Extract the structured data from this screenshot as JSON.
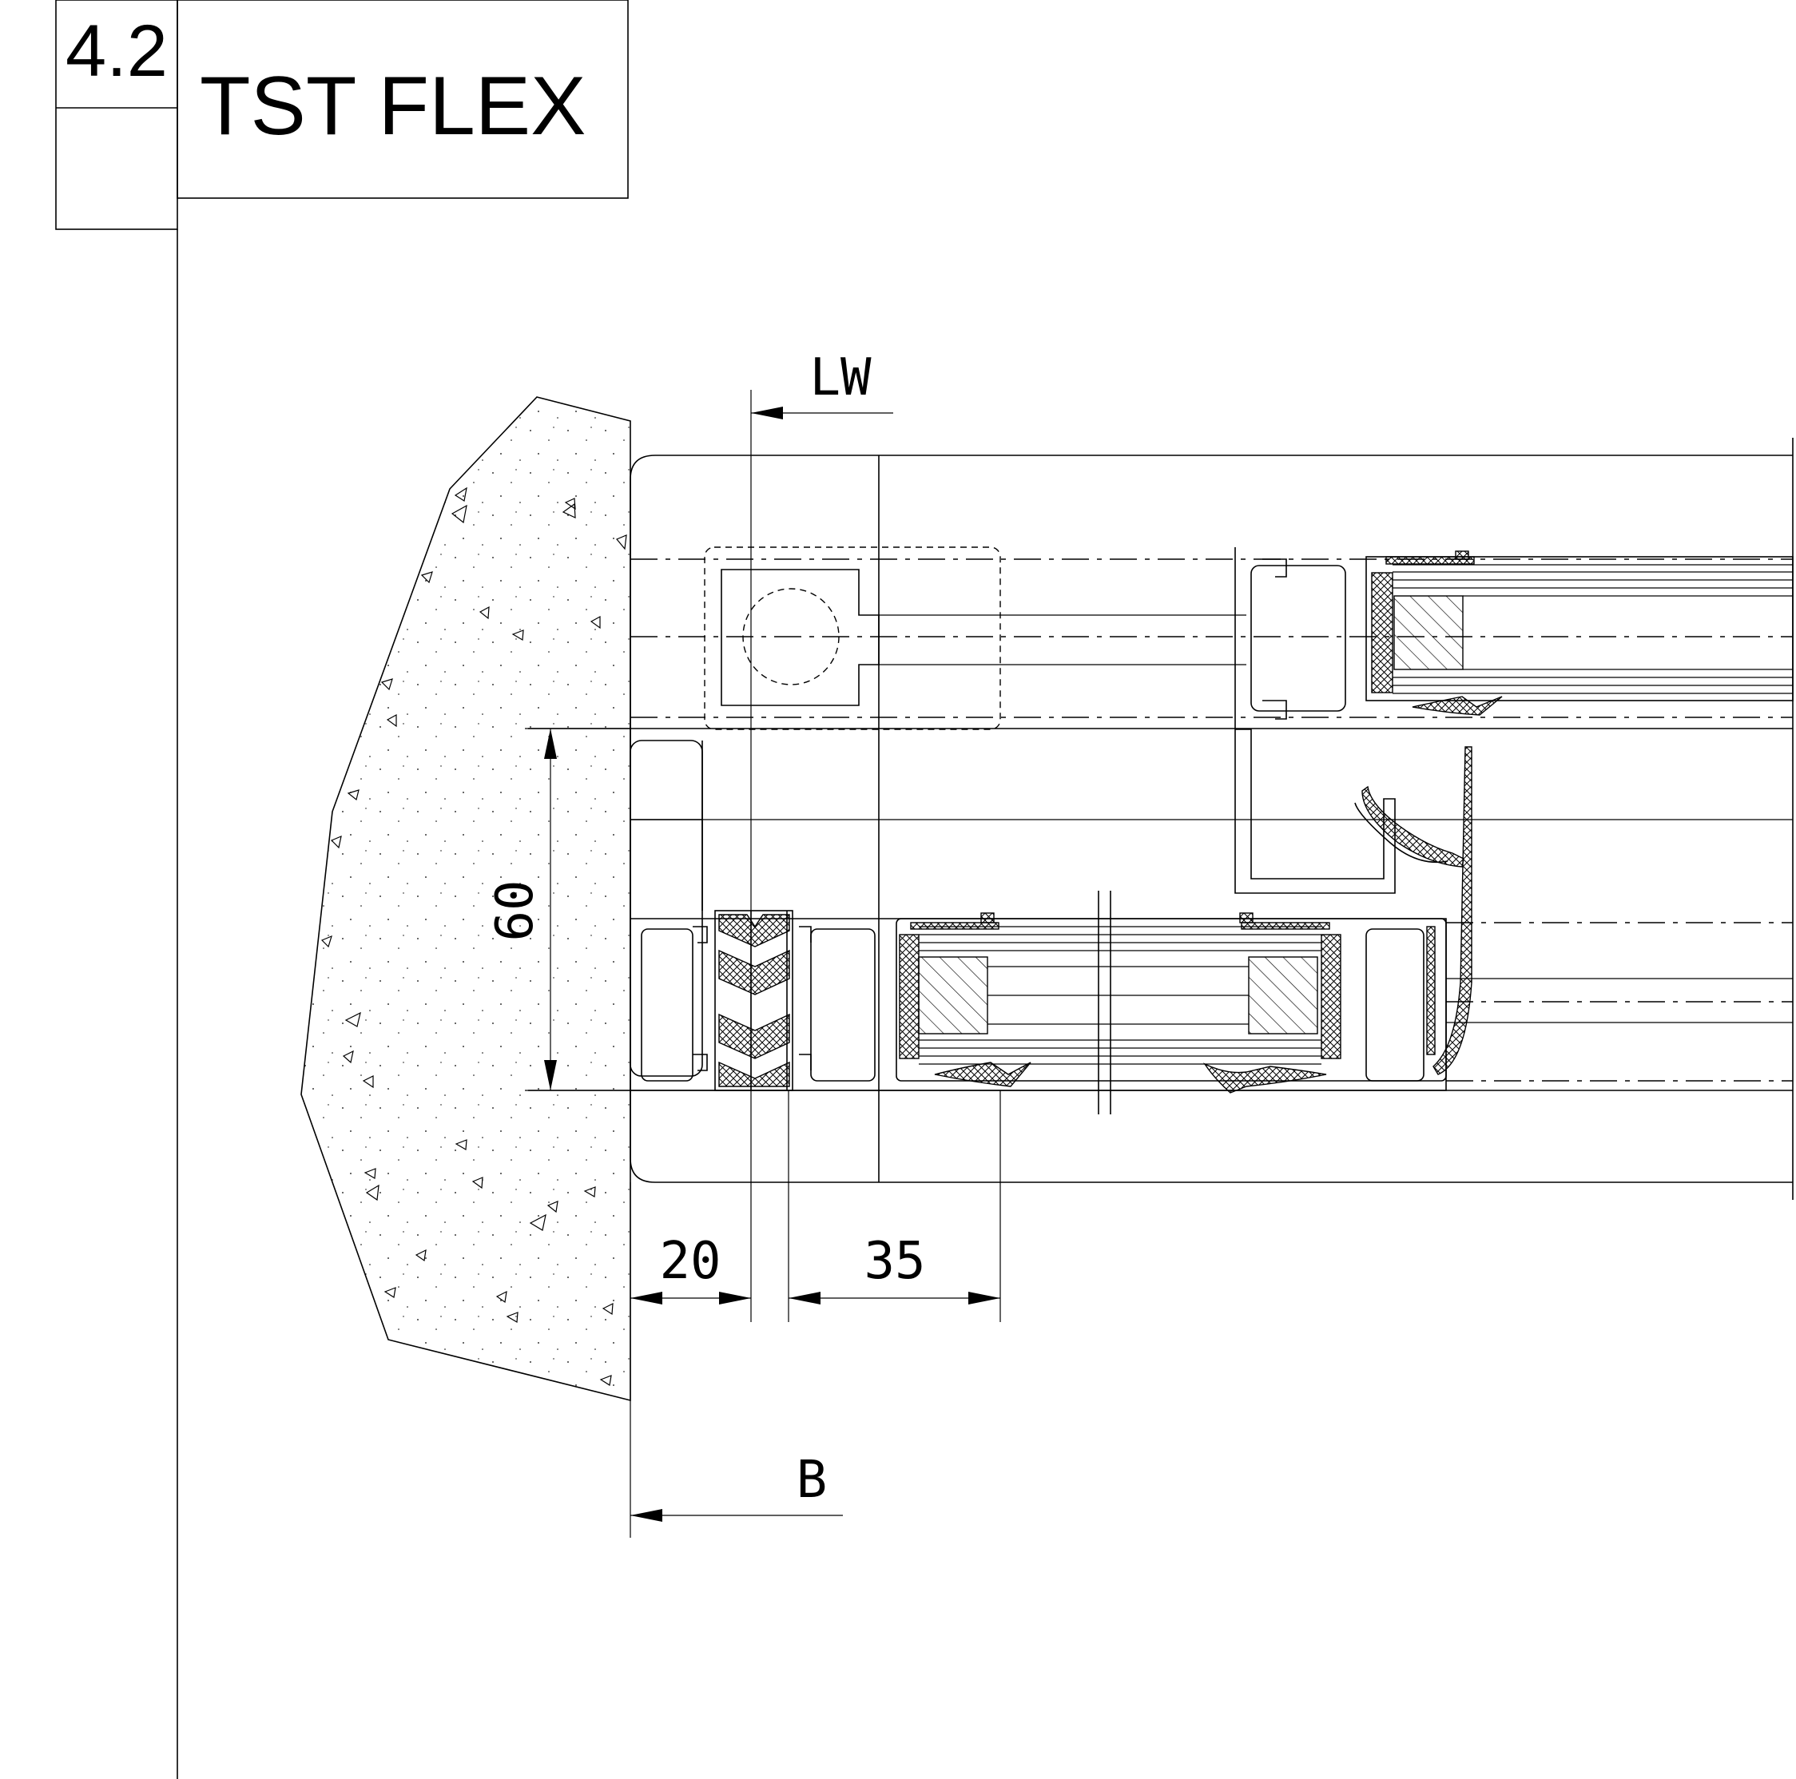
{
  "header": {
    "section_number": "4.2",
    "title": "TST FLEX"
  },
  "dimensions": {
    "lw": "LW",
    "height": "60",
    "left": "20",
    "right": "35",
    "b": "B"
  }
}
